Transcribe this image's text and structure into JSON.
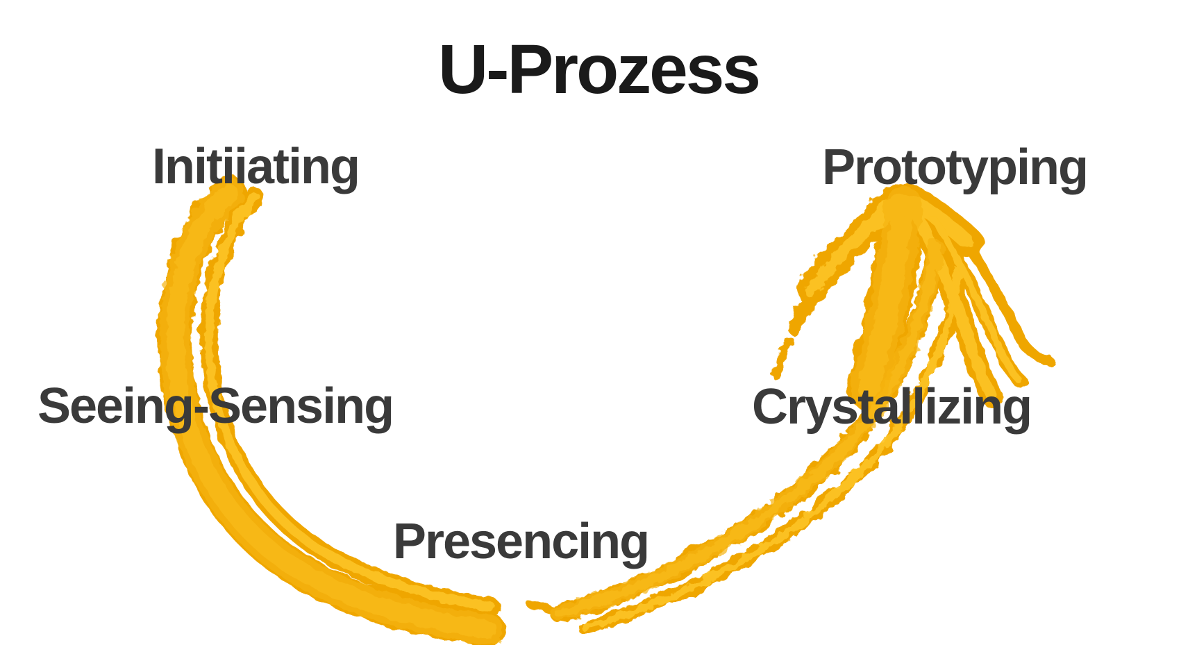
{
  "slide": {
    "title": "U-Prozess"
  },
  "stages": [
    {
      "id": "initiating",
      "label": "Initiiating"
    },
    {
      "id": "prototyping",
      "label": "Prototyping"
    },
    {
      "id": "seeing-sensing",
      "label": "Seeing-Sensing"
    },
    {
      "id": "crystallizing",
      "label": "Crystallizing"
    },
    {
      "id": "presencing",
      "label": "Presencing"
    }
  ],
  "diagram": {
    "shape": "hand-drawn U-shaped crayon arrow, starting below Initiiating, curving down past Seeing-Sensing and Presencing, rising past Crystallizing, ending in an arrowhead pointing up at Prototyping"
  },
  "colors": {
    "arrow_yellow": "#F5B30B",
    "arrow_yellow_light": "#FDC425",
    "arrow_yellow_dark": "#EFA606",
    "title_color": "#1A1A1A",
    "label_color": "#3A3A3A",
    "background": "#FFFFFF"
  }
}
